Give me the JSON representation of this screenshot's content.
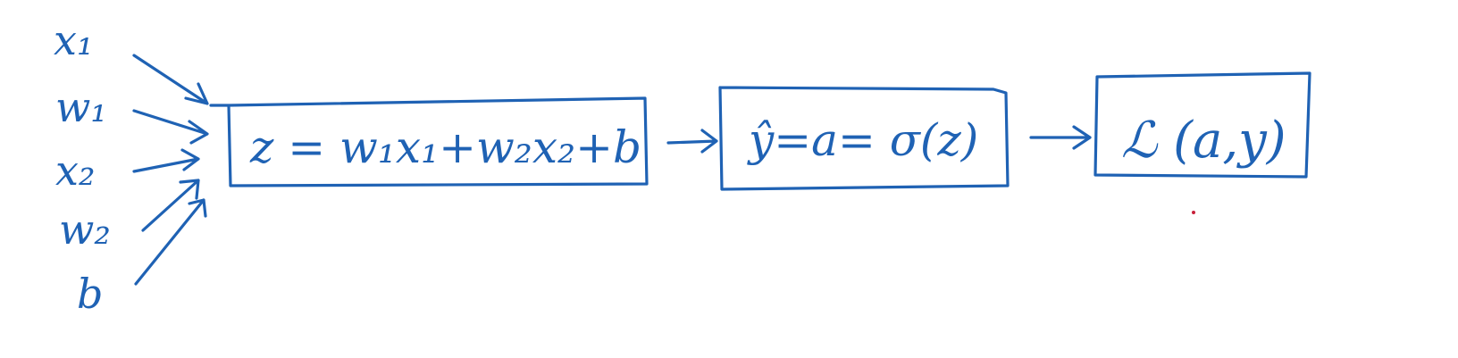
{
  "diagram": {
    "inputs": [
      {
        "id": "x1",
        "label": "x₁"
      },
      {
        "id": "w1",
        "label": "w₁"
      },
      {
        "id": "x2",
        "label": "x₂"
      },
      {
        "id": "w2",
        "label": "w₂"
      },
      {
        "id": "b",
        "label": "b"
      }
    ],
    "nodes": [
      {
        "id": "linear",
        "label": "z = w₁x₁+w₂x₂+b"
      },
      {
        "id": "activation",
        "label": "ŷ=a= σ(z)"
      },
      {
        "id": "loss",
        "label": "ℒ (a,y)"
      }
    ],
    "edges": [
      {
        "from": "x1",
        "to": "linear"
      },
      {
        "from": "w1",
        "to": "linear"
      },
      {
        "from": "x2",
        "to": "linear"
      },
      {
        "from": "w2",
        "to": "linear"
      },
      {
        "from": "b",
        "to": "linear"
      },
      {
        "from": "linear",
        "to": "activation"
      },
      {
        "from": "activation",
        "to": "loss"
      }
    ],
    "ink_color": "#1f62b4",
    "stray_dot_color": "#c8203a"
  }
}
